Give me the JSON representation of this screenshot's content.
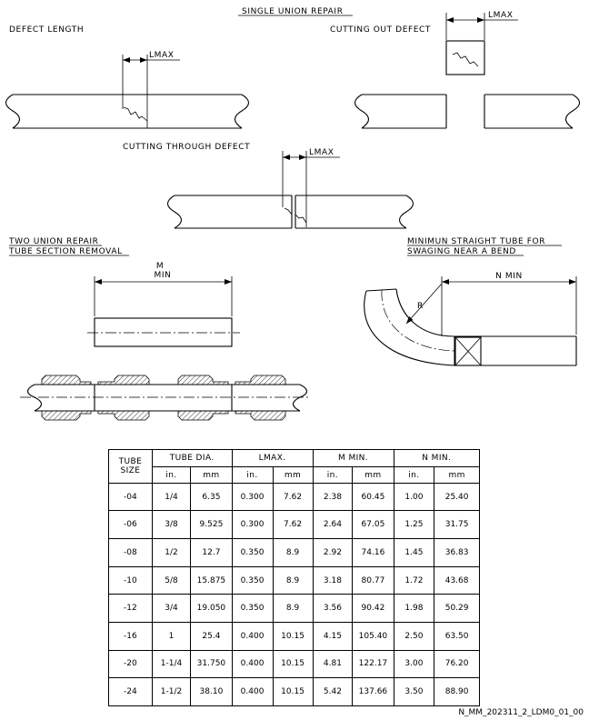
{
  "titles": {
    "single_union_repair": "SINGLE UNION REPAIR",
    "defect_length": "DEFECT LENGTH",
    "cutting_out_defect": "CUTTING OUT DEFECT",
    "cutting_through_defect": "CUTTING THROUGH DEFECT",
    "two_union_repair": "TWO UNION REPAIR",
    "tube_section_removal": "TUBE SECTION REMOVAL",
    "minimum_straight_tube_line1": "MINIMUN STRAIGHT TUBE FOR",
    "minimum_straight_tube_line2": "SWAGING NEAR A BEND"
  },
  "dims": {
    "lmax": "LMAX",
    "m": "M",
    "min": "MIN",
    "n_min": "N MIN",
    "r": "R"
  },
  "table": {
    "headers": {
      "tube_size_1": "TUBE",
      "tube_size_2": "SIZE",
      "tube_dia": "TUBE DIA.",
      "lmax": "LMAX.",
      "m_min": "M MIN.",
      "n_min": "N MIN."
    },
    "units": [
      "in.",
      "mm",
      "in.",
      "mm",
      "in.",
      "mm",
      "in.",
      "mm"
    ],
    "rows": [
      [
        "-04",
        "1/4",
        "6.35",
        "0.300",
        "7.62",
        "2.38",
        "60.45",
        "1.00",
        "25.40"
      ],
      [
        "-06",
        "3/8",
        "9.525",
        "0.300",
        "7.62",
        "2.64",
        "67.05",
        "1.25",
        "31.75"
      ],
      [
        "-08",
        "1/2",
        "12.7",
        "0.350",
        "8.9",
        "2.92",
        "74.16",
        "1.45",
        "36.83"
      ],
      [
        "-10",
        "5/8",
        "15.875",
        "0.350",
        "8.9",
        "3.18",
        "80.77",
        "1.72",
        "43.68"
      ],
      [
        "-12",
        "3/4",
        "19.050",
        "0.350",
        "8.9",
        "3.56",
        "90.42",
        "1.98",
        "50.29"
      ],
      [
        "-16",
        "1",
        "25.4",
        "0.400",
        "10.15",
        "4.15",
        "105.40",
        "2.50",
        "63.50"
      ],
      [
        "-20",
        "1-1/4",
        "31.750",
        "0.400",
        "10.15",
        "4.81",
        "122.17",
        "3.00",
        "76.20"
      ],
      [
        "-24",
        "1-1/2",
        "38.10",
        "0.400",
        "10.15",
        "5.42",
        "137.66",
        "3.50",
        "88.90"
      ]
    ]
  },
  "reference": "N_MM_202311_2_LDM0_01_00"
}
